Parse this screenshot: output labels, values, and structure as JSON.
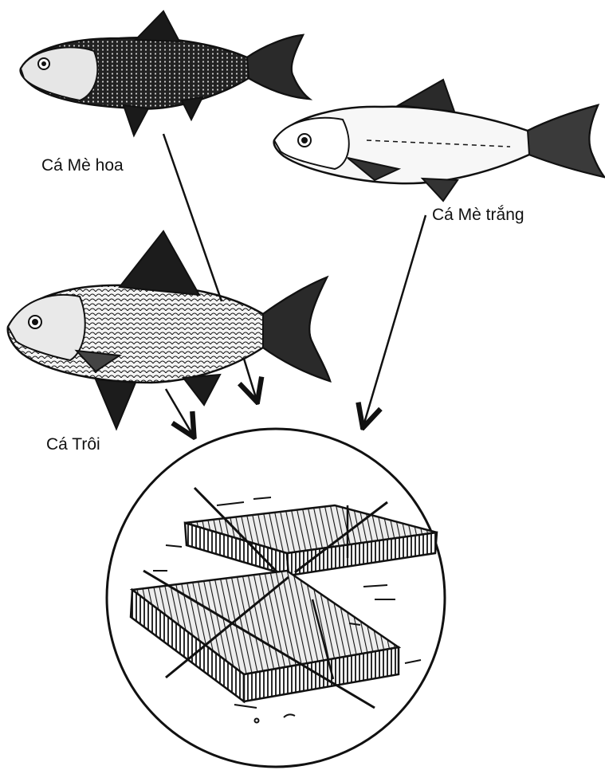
{
  "labels": {
    "bighead_carp": "Cá Mè hoa",
    "silver_carp": "Cá Mè trắng",
    "mud_carp": "Cá Trôi"
  },
  "colors": {
    "ink": "#111111",
    "paper": "#ffffff",
    "dark_fish": "#1a1a1a",
    "mid_fish": "#4a4a4a"
  },
  "icons": {
    "bighead_carp": "bighead-carp-fish-icon",
    "silver_carp": "silver-carp-fish-icon",
    "mud_carp": "mud-carp-fish-icon",
    "cages": "floating-fish-cages-icon"
  }
}
